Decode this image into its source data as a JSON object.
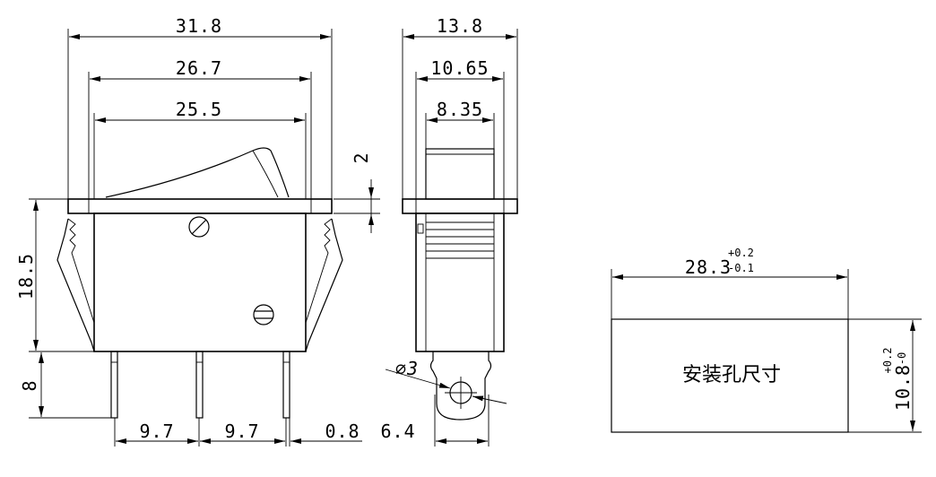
{
  "dimensions": {
    "front_overall_width": "31.8",
    "front_rocker_width": "26.7",
    "front_inner_width": "25.5",
    "flange_thickness": "2",
    "body_height": "18.5",
    "terminal_length": "8",
    "terminal_pitch_1": "9.7",
    "terminal_pitch_2": "9.7",
    "terminal_thickness": "0.8",
    "side_overall_width": "13.8",
    "side_mid_width": "10.65",
    "side_inner_width": "8.35",
    "terminal_hole_label": "∅3",
    "terminal_width": "6.4"
  },
  "cutout": {
    "width_value": "28.3",
    "width_tol_upper": "+0.2",
    "width_tol_lower": "-0.1",
    "height_value": "10.8",
    "height_tol_upper": "+0.2",
    "height_tol_lower": "-0",
    "label": "安装孔尺寸"
  }
}
